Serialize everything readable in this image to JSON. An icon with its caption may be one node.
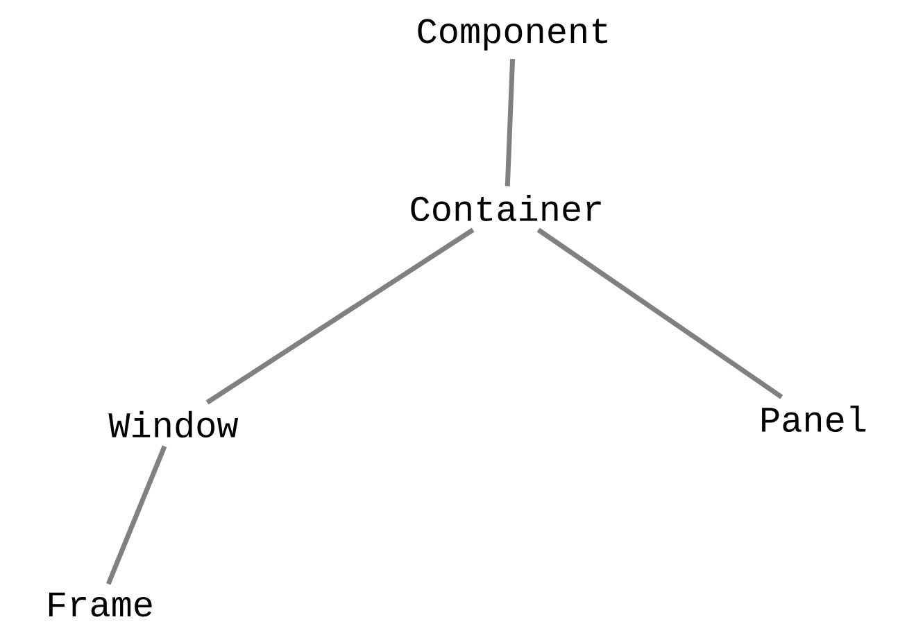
{
  "diagram": {
    "nodes": [
      {
        "text": [
          "Component"
        ]
      },
      {
        "text": [
          "Container"
        ]
      },
      {
        "text": [
          "Window"
        ]
      },
      {
        "text": [
          "Panel"
        ]
      },
      {
        "text": [
          "Frame"
        ]
      }
    ],
    "edges": [
      {
        "from": 0,
        "to": 1,
        "arrow": "none"
      },
      {
        "from": 1,
        "to": 2,
        "arrow": "none"
      },
      {
        "from": 1,
        "to": 3,
        "arrow": "none"
      },
      {
        "from": 2,
        "to": 4,
        "arrow": "none"
      }
    ]
  }
}
